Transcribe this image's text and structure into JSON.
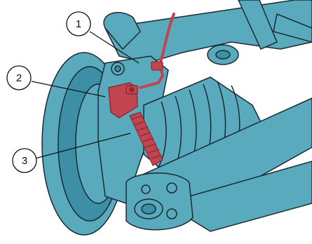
{
  "colors": {
    "part": "#5aaabd",
    "part_dark": "#3d8fa6",
    "outline": "#1a2a33",
    "sensor": "#c0454e",
    "sensor_dark": "#8e2a33",
    "background": "#ffffff"
  },
  "callouts": [
    {
      "label": "1",
      "target": "sensor-cable"
    },
    {
      "label": "2",
      "target": "wheel-speed-sensor"
    },
    {
      "label": "3",
      "target": "tone-ring"
    }
  ]
}
